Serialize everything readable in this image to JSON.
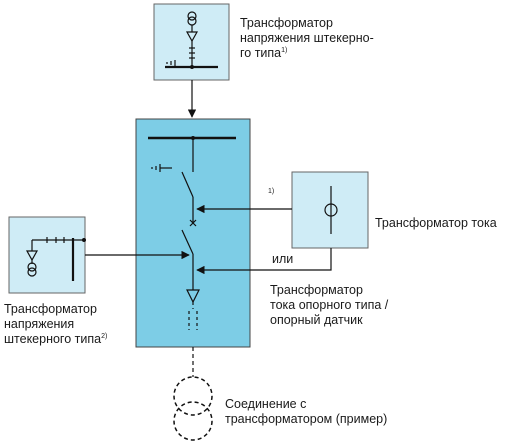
{
  "labels": {
    "vt_top": {
      "line1": "Трансформатор",
      "line2": "напряжения штекерно-",
      "line3": "го типа",
      "note": "1)"
    },
    "ct": {
      "line1": "Трансформатор тока"
    },
    "or_text": "или",
    "support_ct": {
      "line1": "Трансформатор",
      "line2": "тока опорного типа /",
      "line3": "опорный датчик"
    },
    "vt_left": {
      "line1": "Трансформатор",
      "line2": "напряжения",
      "line3": "штекерного типа",
      "note": "2)"
    },
    "note_marker": "1)",
    "connection": {
      "line1": "Соединение с",
      "line2": "трансформатором (пример)"
    }
  },
  "colors": {
    "panel_fill": "#7dcde6",
    "box_fill": "#cfecf6",
    "stroke": "#111111"
  },
  "icons": [
    "voltage-transformer-icon",
    "current-transformer-icon",
    "earthing-switch-icon",
    "disconnector-icon",
    "cable-connector-icon",
    "transformer-circles-icon"
  ]
}
